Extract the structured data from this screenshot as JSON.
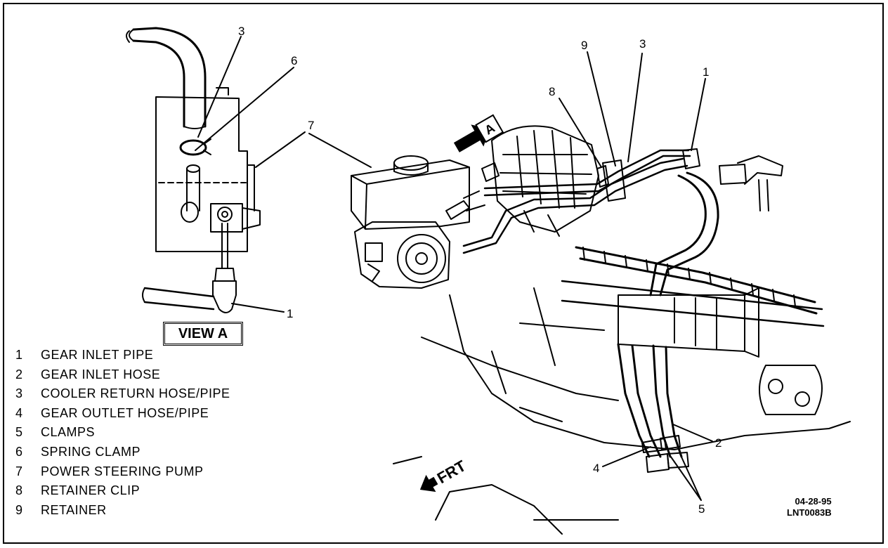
{
  "legend": [
    {
      "num": "1",
      "label": "GEAR INLET PIPE"
    },
    {
      "num": "2",
      "label": "GEAR INLET HOSE"
    },
    {
      "num": "3",
      "label": "COOLER RETURN HOSE/PIPE"
    },
    {
      "num": "4",
      "label": "GEAR OUTLET HOSE/PIPE"
    },
    {
      "num": "5",
      "label": "CLAMPS"
    },
    {
      "num": "6",
      "label": "SPRING CLAMP"
    },
    {
      "num": "7",
      "label": "POWER STEERING PUMP"
    },
    {
      "num": "8",
      "label": "RETAINER CLIP"
    },
    {
      "num": "9",
      "label": "RETAINER"
    }
  ],
  "view_a_label": "VIEW A",
  "view_arrow_label": "A",
  "front_label": "FRT",
  "callouts": {
    "inset_3": "3",
    "inset_6": "6",
    "inset_1": "1",
    "main_7": "7",
    "main_8": "8",
    "main_9": "9",
    "main_3": "3",
    "main_1": "1",
    "main_2": "2",
    "main_4": "4",
    "main_5": "5"
  },
  "drawing_date": "04-28-95",
  "drawing_code": "LNT0083B"
}
